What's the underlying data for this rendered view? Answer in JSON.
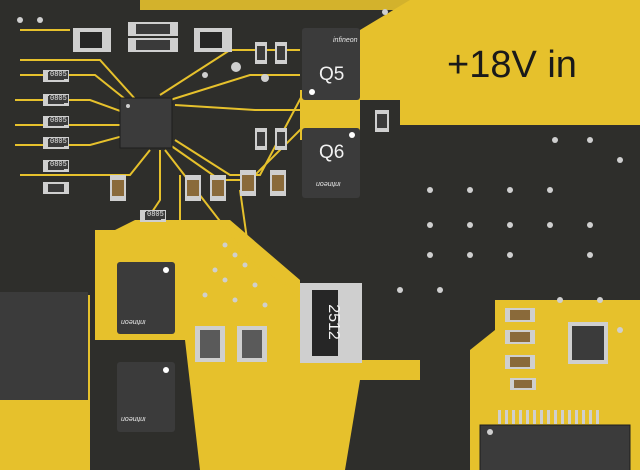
{
  "board": {
    "supply_label": "+18V in",
    "mosfets": [
      {
        "ref": "Q5",
        "vendor": "infineon"
      },
      {
        "ref": "Q6",
        "vendor": "infineon"
      }
    ],
    "shunt_resistor": {
      "package": "2512"
    },
    "inductors": [
      {
        "vendor": "infineon"
      },
      {
        "vendor": "infineon"
      }
    ],
    "passive_package": "0805",
    "colors": {
      "copper": "#e6c12c",
      "solder_mask": "#2e2e2b",
      "component_body": "#3b3b3b",
      "pad": "#cfcfcf"
    }
  }
}
